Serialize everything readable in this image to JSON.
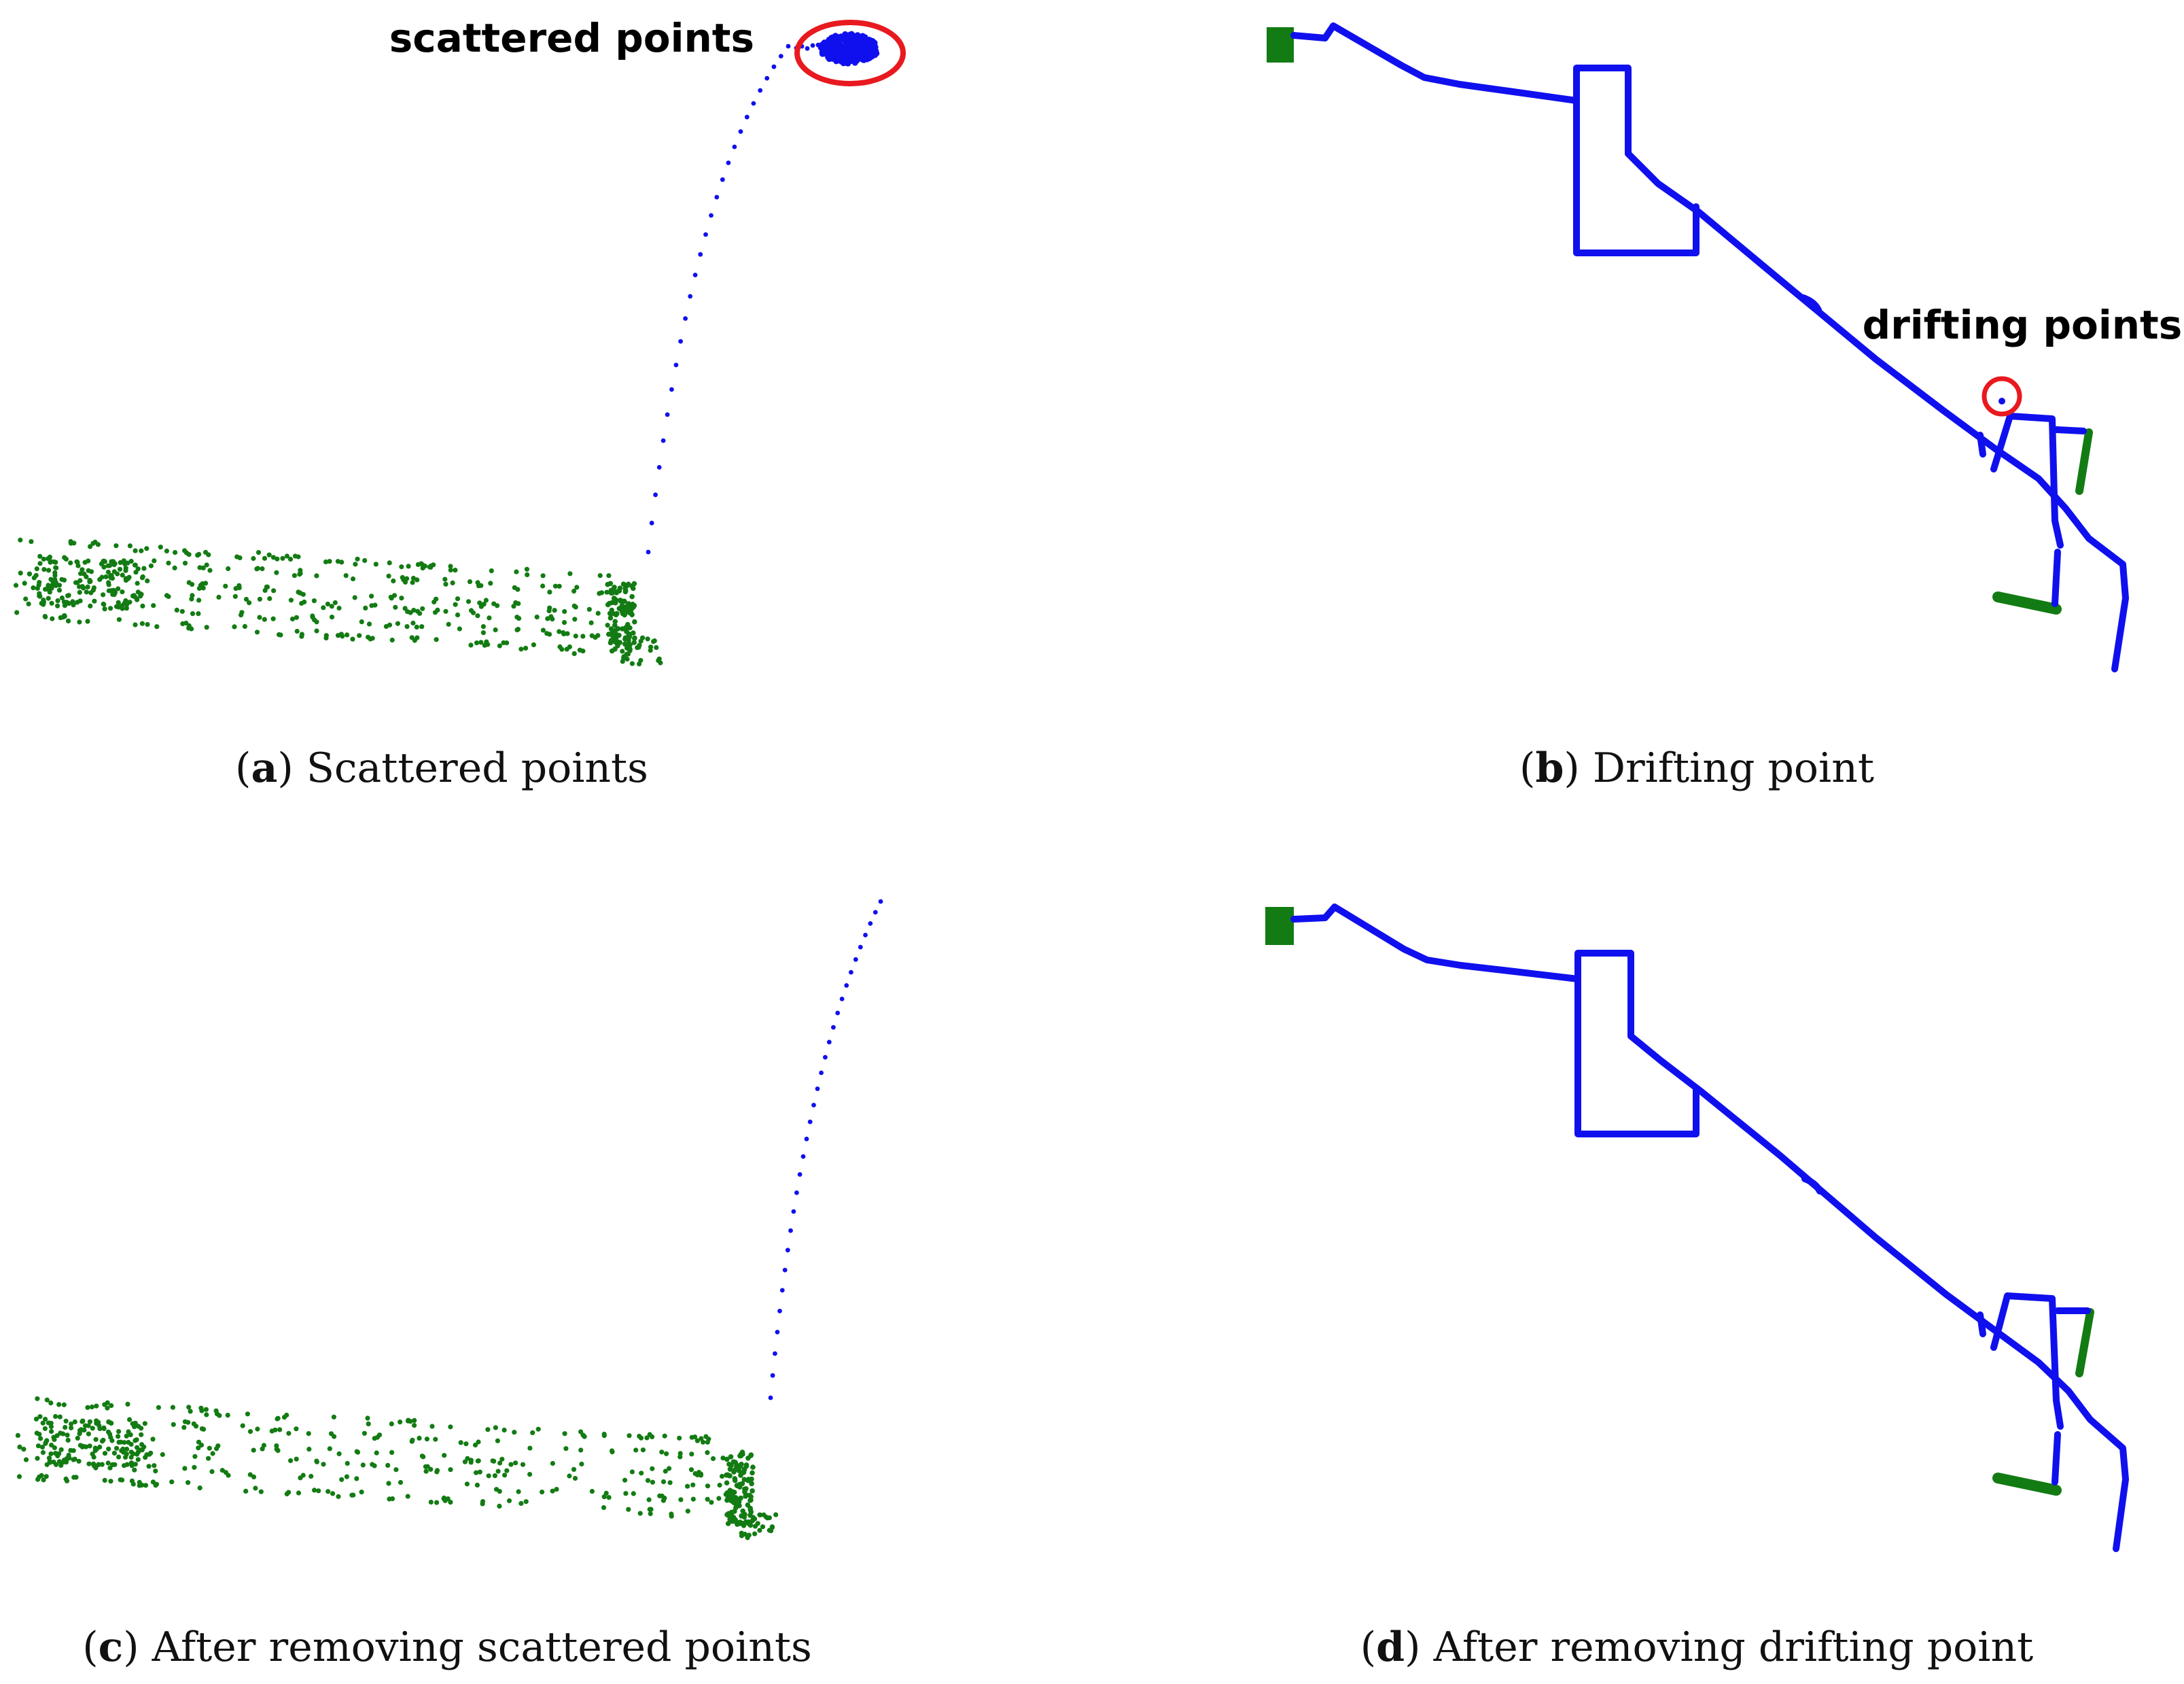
{
  "colors": {
    "trajectory": "#1010ee",
    "stop_points": "#137b13",
    "highlight": "#e8191f",
    "text": "#000000"
  },
  "panels": [
    {
      "id": "a",
      "label": "a",
      "caption": "Scattered points",
      "annotation": "scattered points"
    },
    {
      "id": "b",
      "label": "b",
      "caption": "Drifting point",
      "annotation": "drifting points"
    },
    {
      "id": "c",
      "label": "c",
      "caption": "After removing scattered points"
    },
    {
      "id": "d",
      "label": "d",
      "caption": "After removing drifting point"
    }
  ]
}
